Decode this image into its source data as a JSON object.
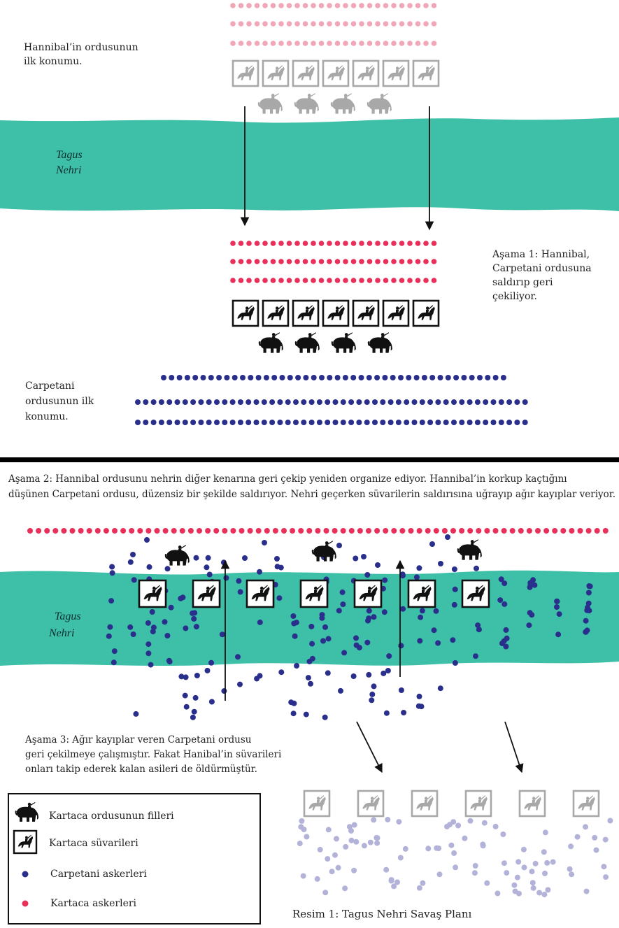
{
  "panel1": {
    "initial_position_label": [
      "Hannibal’in ordusunun",
      "ilk konumu."
    ],
    "river_label": [
      "Tagus",
      "Nehri"
    ],
    "stage1_label": [
      "Aşama 1: Hannibal,",
      "Carpetani ordusuna",
      "saldırıp geri",
      "çekiliyor."
    ],
    "carpetani_label": [
      "Carpetani",
      "ordusunun ilk",
      "konumu."
    ]
  },
  "stage2_text": [
    "Aşama 2: Hannibal ordusunu nehrin diğer  kenarına geri çekip  yeniden organize ediyor. Hannibal’in korkup kaçtığını",
    "düşünen Carpetani ordusu, düzensiz bir şekilde saldırıyor. Nehri geçerken süvarilerin saldırısına uğrayıp ağır kayıplar veriyor."
  ],
  "panel2": {
    "river_label": [
      "Tagus",
      "Nehri"
    ],
    "stage3_label": [
      "Aşama 3: Ağır kayıplar veren Carpetani ordusu",
      "geri çekilmeye çalışmıştır. Fakat Hanibal’in süvarileri",
      "onları takip ederek kalan asileri de öldürmüştür."
    ]
  },
  "legend": {
    "elephants": "Kartaca ordusunun filleri",
    "cavalry": "Kartaca süvarileri",
    "carpetani": "Carpetani askerleri",
    "carthage": "Kartaca askerleri"
  },
  "caption": "Resim 1: Tagus Nehri Savaş Planı",
  "colors": {
    "river": "#3dbfa8",
    "carthage_soldier": "#e8305a",
    "carthage_soldier_faded": "#f2a7b8",
    "carpetani_soldier": "#2a2f8c",
    "carpetani_soldier_faded": "#b3b3d9",
    "unit_black": "#111111",
    "unit_faded": "#a8a8a8"
  }
}
